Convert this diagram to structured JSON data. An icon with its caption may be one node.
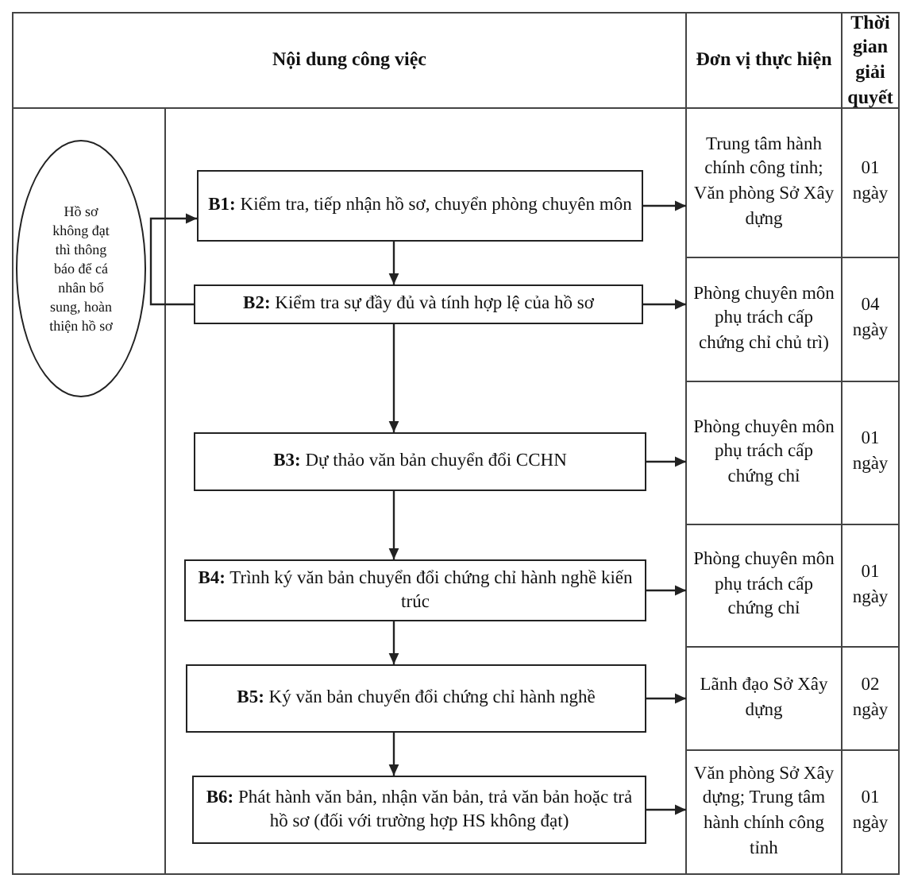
{
  "diagram": {
    "nodes": [
      {
        "text": [
          "Hồ sơ không đạt thì thông báo để cá nhân bổ sung, hoàn thiện hồ sơ"
        ]
      },
      {
        "text": [
          "**B1:** Kiểm tra, tiếp nhận hồ sơ, chuyển phòng chuyên môn"
        ]
      },
      {
        "text": [
          "Trung tâm hành chính công tỉnh; Văn phòng Sở Xây dựng"
        ]
      },
      {
        "text": [
          "**B2:** Kiểm tra sự đầy đủ và tính hợp lệ của hồ sơ"
        ]
      },
      {
        "text": [
          "Phòng chuyên môn phụ trách cấp chứng chỉ chủ trì)"
        ]
      },
      {
        "text": [
          "**B3:** Dự thảo văn bản chuyển đổi CCHN"
        ]
      },
      {
        "text": [
          "Phòng chuyên môn phụ trách cấp chứng chỉ"
        ]
      },
      {
        "text": [
          "**B4:** Trình ký văn bản chuyển đổi chứng chỉ hành nghề kiến trúc"
        ]
      },
      {
        "text": [
          "Phòng chuyên môn phụ trách cấp chứng chỉ"
        ]
      },
      {
        "text": [
          "**B5:** Ký văn bản chuyển đổi chứng chỉ hành nghề"
        ]
      },
      {
        "text": [
          "Lãnh đạo Sở Xây dựng"
        ]
      },
      {
        "text": [
          "**B6:** Phát hành văn bản, nhận văn bản, trả văn bản hoặc trả hồ sơ (đối với trường hợp HS không đạt)"
        ]
      },
      {
        "text": [
          "Văn phòng Sở Xây dựng; Trung tâm hành chính công tỉnh"
        ]
      }
    ],
    "edges": [
      {
        "from": 1,
        "to": 3,
        "arrow": "to"
      },
      {
        "from": 3,
        "to": 5,
        "arrow": "to"
      },
      {
        "from": 5,
        "to": 7,
        "arrow": "to"
      },
      {
        "from": 7,
        "to": 9,
        "arrow": "to"
      },
      {
        "from": 9,
        "to": 11,
        "arrow": "to"
      },
      {
        "from": 3,
        "to": 1,
        "arrow": "to"
      },
      {
        "from": 1,
        "to": 2,
        "arrow": "to"
      },
      {
        "from": 3,
        "to": 4,
        "arrow": "to"
      },
      {
        "from": 5,
        "to": 6,
        "arrow": "to"
      },
      {
        "from": 7,
        "to": 8,
        "arrow": "to"
      },
      {
        "from": 9,
        "to": 10,
        "arrow": "to"
      },
      {
        "from": 11,
        "to": 12,
        "arrow": "to"
      }
    ],
    "labels": [
      "Nội dung công việc",
      "Đơn vị thực hiện",
      "Thời gian giải quyết",
      "01 ngày",
      "04 ngày",
      "01 ngày",
      "01 ngày",
      "02 ngày",
      "01 ngày"
    ]
  }
}
